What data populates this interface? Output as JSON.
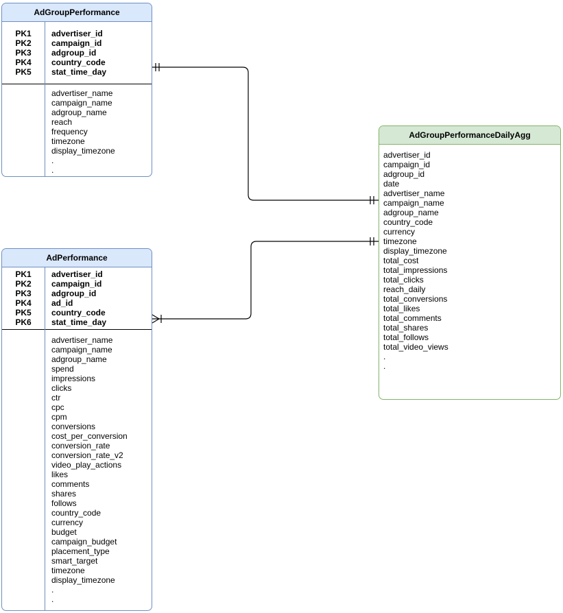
{
  "diagram": {
    "type": "entity-relationship",
    "background_color": "#ffffff",
    "connector_color": "#000000",
    "entities": [
      {
        "id": "AdGroupPerformance",
        "title": "AdGroupPerformance",
        "theme": {
          "header_bg": "#dae8fc",
          "border": "#6c8ebf"
        },
        "primary_keys": [
          {
            "label": "PK1",
            "field": "advertiser_id"
          },
          {
            "label": "PK2",
            "field": "campaign_id"
          },
          {
            "label": "PK3",
            "field": "adgroup_id"
          },
          {
            "label": "PK4",
            "field": "country_code"
          },
          {
            "label": "PK5",
            "field": "stat_time_day"
          }
        ],
        "fields": [
          "advertiser_name",
          "campaign_name",
          "adgroup_name",
          "reach",
          "frequency",
          "timezone",
          "display_timezone",
          ".",
          "."
        ]
      },
      {
        "id": "AdPerformance",
        "title": "AdPerformance",
        "theme": {
          "header_bg": "#dae8fc",
          "border": "#6c8ebf"
        },
        "primary_keys": [
          {
            "label": "PK1",
            "field": "advertiser_id"
          },
          {
            "label": "PK2",
            "field": "campaign_id"
          },
          {
            "label": "PK3",
            "field": "adgroup_id"
          },
          {
            "label": "PK4",
            "field": "ad_id"
          },
          {
            "label": "PK5",
            "field": "country_code"
          },
          {
            "label": "PK6",
            "field": "stat_time_day"
          }
        ],
        "fields": [
          "advertiser_name",
          "campaign_name",
          "adgroup_name",
          "spend",
          "impressions",
          "clicks",
          "ctr",
          "cpc",
          "cpm",
          "conversions",
          "cost_per_conversion",
          "conversion_rate",
          "conversion_rate_v2",
          "video_play_actions",
          "likes",
          "comments",
          "shares",
          "follows",
          "country_code",
          "currency",
          "budget",
          "campaign_budget",
          "placement_type",
          "smart_target",
          "timezone",
          "display_timezone",
          ".",
          "."
        ]
      },
      {
        "id": "AdGroupPerformanceDailyAgg",
        "title": "AdGroupPerformanceDailyAgg",
        "theme": {
          "header_bg": "#d5e8d4",
          "border": "#82b366"
        },
        "primary_keys": [],
        "fields": [
          "advertiser_id",
          "campaign_id",
          "adgroup_id",
          "date",
          "advertiser_name",
          "campaign_name",
          "adgroup_name",
          "country_code",
          "currency",
          "timezone",
          "display_timezone",
          "total_cost",
          "total_impressions",
          "total_clicks",
          "reach_daily",
          "total_conversions",
          "total_likes",
          "total_comments",
          "total_shares",
          "total_follows",
          "total_video_views",
          ".",
          "."
        ]
      }
    ],
    "relationships": [
      {
        "id": "rel-adgroupperformance-dailyagg",
        "from": "AdGroupPerformance",
        "to": "AdGroupPerformanceDailyAgg",
        "from_cardinality": "one-and-only-one",
        "to_cardinality": "one-and-only-one"
      },
      {
        "id": "rel-adperformance-dailyagg",
        "from": "AdPerformance",
        "to": "AdGroupPerformanceDailyAgg",
        "from_cardinality": "one-or-many",
        "to_cardinality": "one-and-only-one"
      }
    ]
  }
}
